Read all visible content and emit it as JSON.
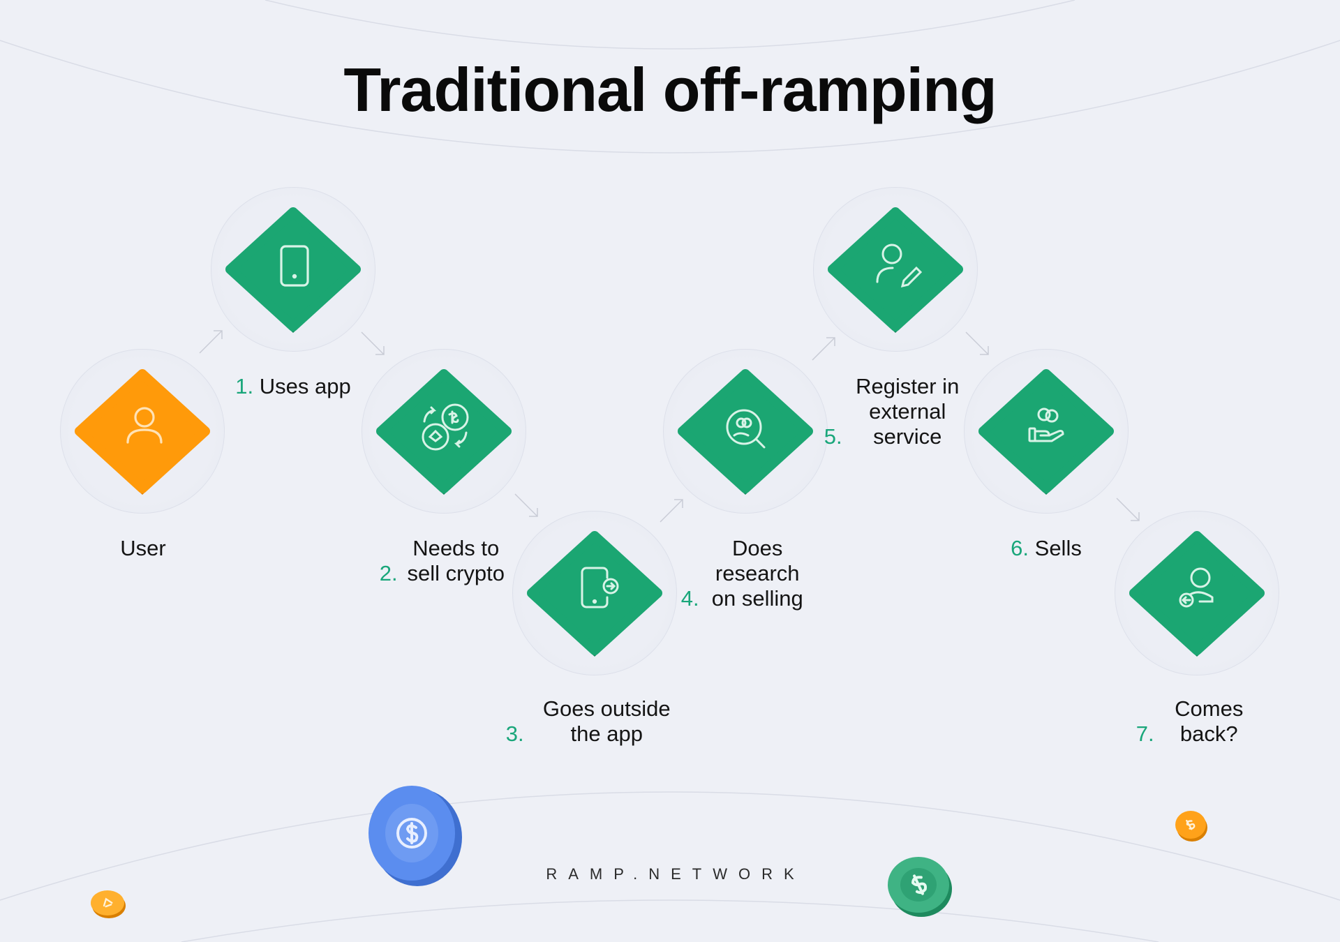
{
  "title": "Traditional off-ramping",
  "brand": "RAMP.NETWORK",
  "colors": {
    "green_tile": "#1ba672",
    "green_accent": "#19a67a",
    "orange_tile": "#ff9a0a",
    "blue_coin": "#5b8def"
  },
  "steps": [
    {
      "num": "",
      "text": "User",
      "icon": "user-icon"
    },
    {
      "num": "1.",
      "text": "Uses app",
      "icon": "phone-icon"
    },
    {
      "num": "2.",
      "text": "Needs to sell crypto",
      "icon": "coin-exchange-icon"
    },
    {
      "num": "3.",
      "text": "Goes outside the app",
      "icon": "exit-app-icon"
    },
    {
      "num": "4.",
      "text": "Does research on selling",
      "icon": "research-magnifier-icon"
    },
    {
      "num": "5.",
      "text": "Register in external service",
      "icon": "user-edit-icon"
    },
    {
      "num": "6.",
      "text": "Sells",
      "icon": "hand-coins-icon"
    },
    {
      "num": "7.",
      "text": "Comes back?",
      "icon": "user-return-icon"
    }
  ]
}
